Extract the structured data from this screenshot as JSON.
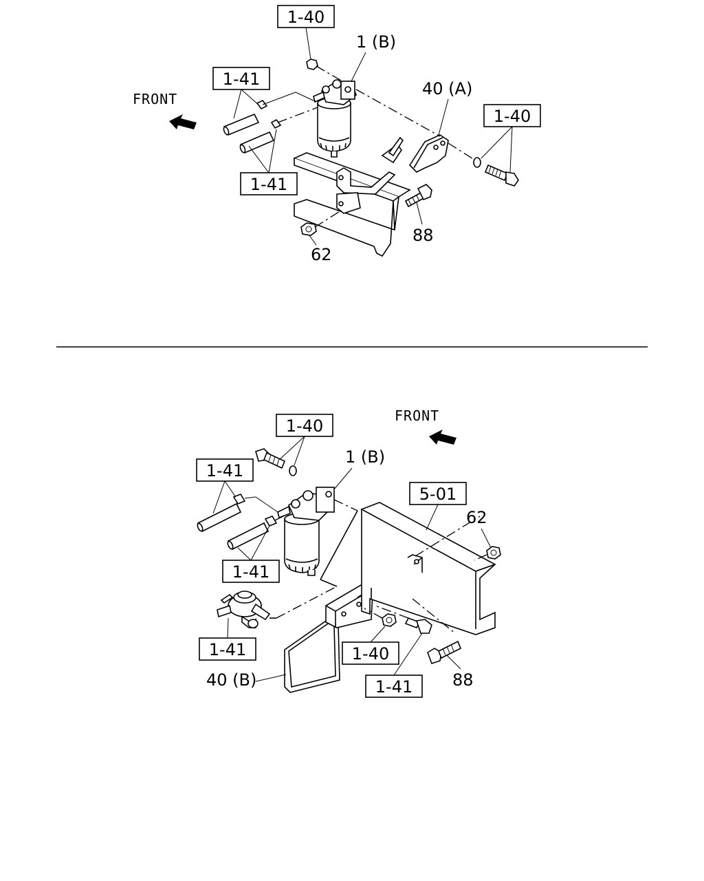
{
  "top": {
    "front": "FRONT",
    "ref_1_40_top": "1-40",
    "ref_1_41_left": "1-41",
    "ref_1_41_bottom": "1-41",
    "ref_1_40_right": "1-40",
    "callout_1b": "1 (B)",
    "callout_40a": "40 (A)",
    "callout_88": "88",
    "callout_62": "62"
  },
  "bottom": {
    "front": "FRONT",
    "ref_1_40_top": "1-40",
    "ref_1_41_left": "1-41",
    "ref_1_41_mid": "1-41",
    "ref_5_01": "5-01",
    "ref_1_41_regulator": "1-41",
    "ref_1_40_mid": "1-40",
    "ref_1_41_bolt": "1-41",
    "callout_1b": "1 (B)",
    "callout_62": "62",
    "callout_40b": "40 (B)",
    "callout_88": "88"
  }
}
